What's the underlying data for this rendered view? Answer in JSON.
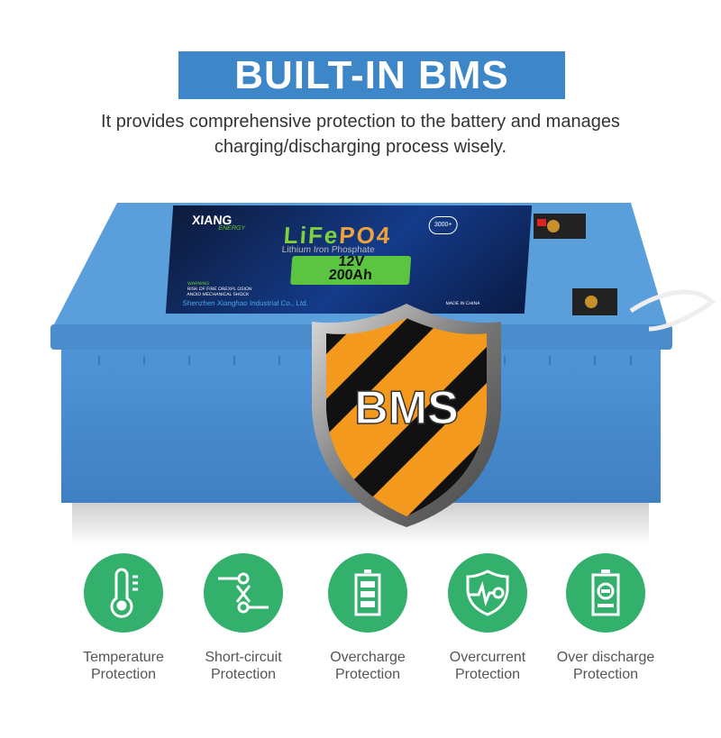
{
  "header": {
    "title": "BUILT-IN BMS",
    "subtitle_line1": "It provides comprehensive protection to the battery and manages",
    "subtitle_line2": "charging/discharging process wisely."
  },
  "battery_label": {
    "brand": "XIANG",
    "brand_sub": "ENERGY",
    "chem_a": "LiFe",
    "chem_b": "PO4",
    "chem_full": "Lithium Iron Phosphate",
    "cycles": "3000+",
    "voltage": "12V",
    "capacity": "200Ah",
    "warning_title": "WARNING",
    "warning_1": "RISK OF FIRE OREXPL OSION",
    "warning_2": "ANOID MECHANICAL SHOCK",
    "company": "Shenzhen Xianghao Industrial Co., Ltd.",
    "origin": "MADE IN CHINA"
  },
  "badge": {
    "text": "BMS"
  },
  "features": [
    {
      "icon": "thermometer-icon",
      "line1": "Temperature",
      "line2": "Protection"
    },
    {
      "icon": "short-circuit-icon",
      "line1": "Short-circuit",
      "line2": "Protection"
    },
    {
      "icon": "battery-full-icon",
      "line1": "Overcharge",
      "line2": "Protection"
    },
    {
      "icon": "shield-pulse-icon",
      "line1": "Overcurrent",
      "line2": "Protection"
    },
    {
      "icon": "battery-minus-icon",
      "line1": "Over discharge",
      "line2": "Protection"
    }
  ],
  "colors": {
    "banner": "#3d86c8",
    "green": "#33b06b",
    "battery": "#4a8fd0"
  }
}
